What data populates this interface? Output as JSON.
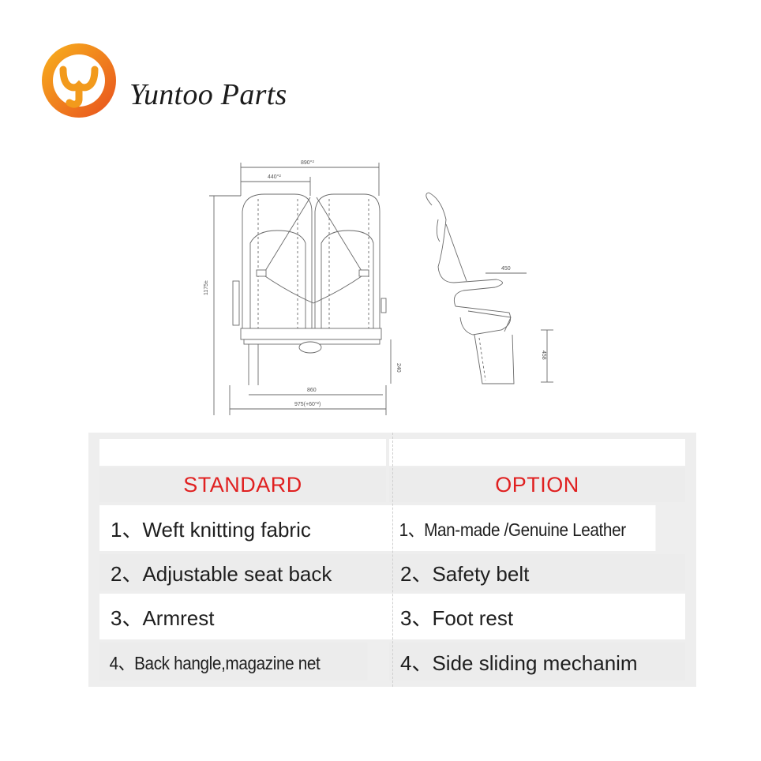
{
  "brand": {
    "name": "Yuntoo Parts",
    "logo_icon": "yuntoo-logo-icon",
    "logo_colors": [
      "#f7a21b",
      "#e8541e"
    ]
  },
  "drawing": {
    "dimensions": {
      "overall_width": "890°²",
      "seat_width": "440°²",
      "overall_height": "1175±",
      "base_width": "860",
      "track_width": "975(+60°²)",
      "base_height": "240",
      "side_depth": "450",
      "side_height": "458"
    }
  },
  "spec_table": {
    "headers": {
      "standard": "STANDARD",
      "option": "OPTION"
    },
    "rows": [
      {
        "standard": "1、Weft knitting fabric",
        "option": "1、Man-made /Genuine Leather"
      },
      {
        "standard": "2、Adjustable seat back",
        "option": "2、Safety belt"
      },
      {
        "standard": "3、Armrest",
        "option": "3、Foot rest"
      },
      {
        "standard": "4、Back hangle,magazine net",
        "option": "4、Side sliding mechanim"
      }
    ],
    "header_color": "#e02020"
  }
}
